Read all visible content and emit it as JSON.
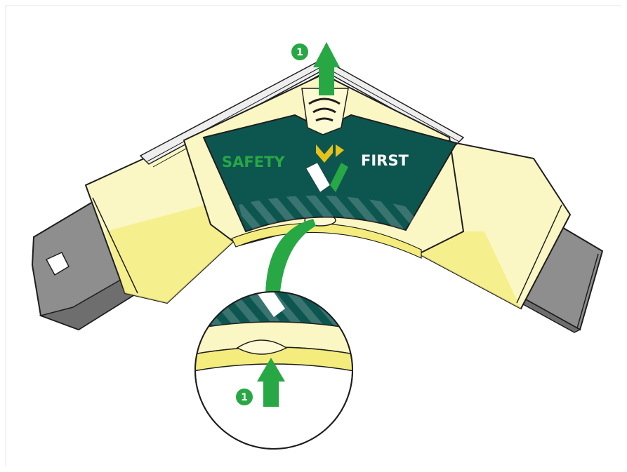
{
  "label": {
    "left": "SAFETY",
    "right": "FIRST"
  },
  "steps": [
    {
      "number": "1"
    },
    {
      "number": "1"
    }
  ],
  "colors": {
    "green_dark": "#0d5650",
    "green_arrow": "#28a745",
    "yellow_light": "#fbf7c4",
    "yellow_mid": "#f4ec7c",
    "gray_connector": "#909090",
    "gray_dark": "#6e6e6e",
    "logo_yellow": "#e8c11a",
    "outline": "#1e1e1e"
  }
}
